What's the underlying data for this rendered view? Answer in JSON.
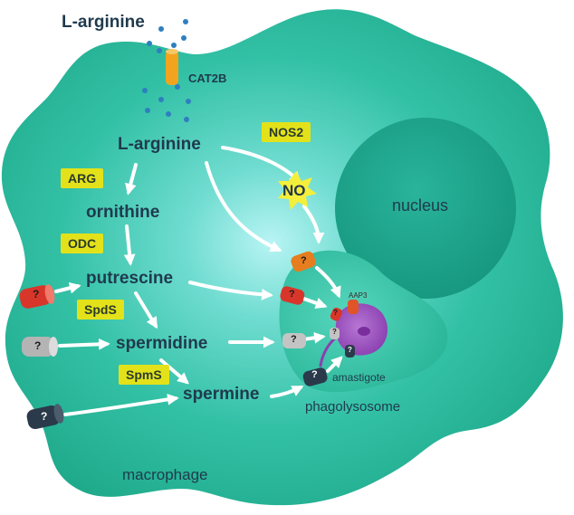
{
  "labels": {
    "outer_arginine": "L-arginine",
    "transporter": "CAT2B",
    "arginine": "L-arginine",
    "nos2": "NOS2",
    "no": "NO",
    "arg": "ARG",
    "ornithine": "ornithine",
    "odc": "ODC",
    "putrescine": "putrescine",
    "spds": "SpdS",
    "spermidine": "spermidine",
    "spms": "SpmS",
    "spermine": "spermine",
    "nucleus": "nucleus",
    "aap3": "AAP3",
    "amastigote": "amastigote",
    "phagolysosome": "phagolysosome",
    "macrophage": "macrophage",
    "unknown_transporter": "?"
  },
  "colors": {
    "cell": "#2db89c",
    "cell_glow": "#a5eef0",
    "nucleus": "#1fa58e",
    "phagolysosome": "#33c6a8",
    "amastigote": "#9b4fbf",
    "enzyme_box": "#e3e21a",
    "no_star": "#f4ef3a",
    "arrow": "#ffffff",
    "dots": "#2e7fc0",
    "cat2b": "#f3a41e",
    "red_transporter": "#d8362a",
    "gray_transporter": "#b4b4b4",
    "dark_transporter": "#2a3a4a",
    "orange_transporter": "#e67d1f"
  },
  "icons": [
    "transporter-icon",
    "no-star-icon",
    "amastigote-icon"
  ]
}
